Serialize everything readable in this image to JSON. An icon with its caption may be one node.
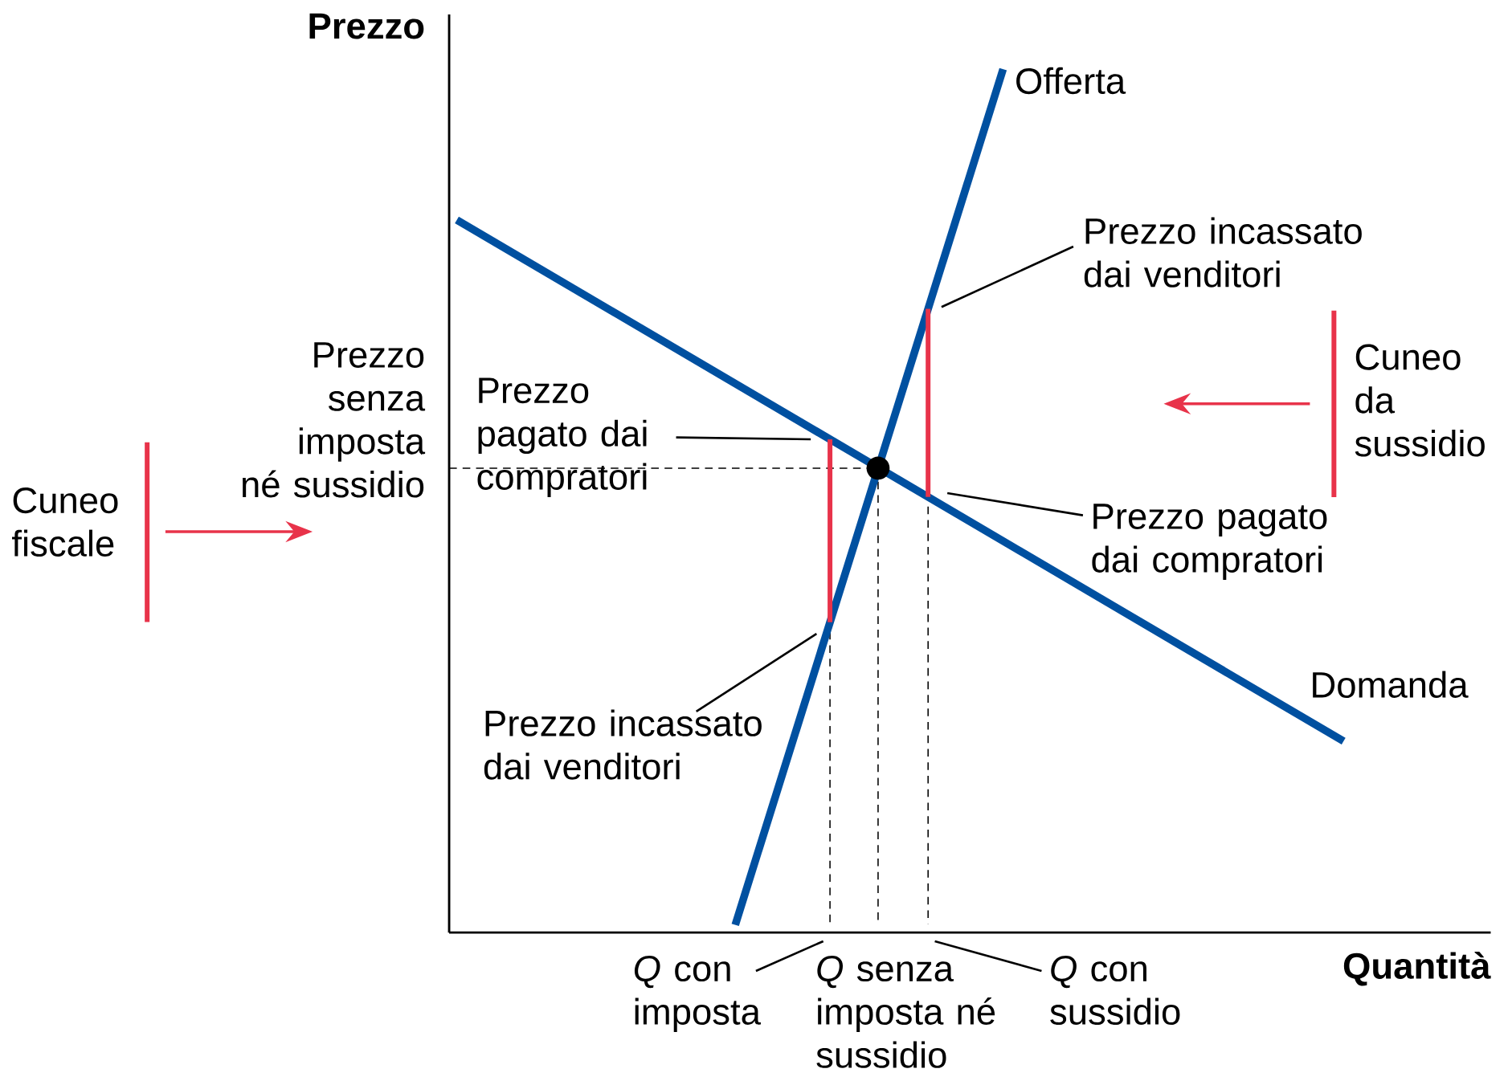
{
  "diagram": {
    "nodes": [
      {
        "text": [
          "Prezzo incassato dai venditori"
        ]
      },
      {
        "text": [
          "Prezzo pagato dai compratori"
        ]
      },
      {
        "text": [
          "Prezzo pagato dai compratori"
        ]
      },
      {
        "text": [
          "Prezzo incassato dai venditori"
        ]
      },
      {
        "text": [
          "*Q* con imposta"
        ]
      },
      {
        "text": [
          "*Q* con sussidio"
        ]
      },
      {
        "text": [],
        "shape": "bar"
      },
      {
        "text": [],
        "shape": "bar"
      },
      {
        "text": [],
        "shape": "bar"
      },
      {
        "text": [],
        "shape": "bar"
      }
    ],
    "edges": [
      {
        "from": 0,
        "to": 8,
        "arrow": "none"
      },
      {
        "from": 1,
        "to": 7,
        "arrow": "none"
      },
      {
        "from": 2,
        "to": 8,
        "arrow": "none"
      },
      {
        "from": 3,
        "to": 7,
        "arrow": "none"
      },
      {
        "from": 4,
        "to": null,
        "arrow": "none"
      },
      {
        "from": 5,
        "to": null,
        "arrow": "none"
      }
    ],
    "labels": [
      "Prezzo",
      "Offerta",
      "Prezzo senza imposta né sussidio",
      "Cuneo fiscale",
      "Cuneo da sussidio",
      "Domanda",
      "Quantità",
      "*Q* senza imposta né sussidio"
    ]
  }
}
